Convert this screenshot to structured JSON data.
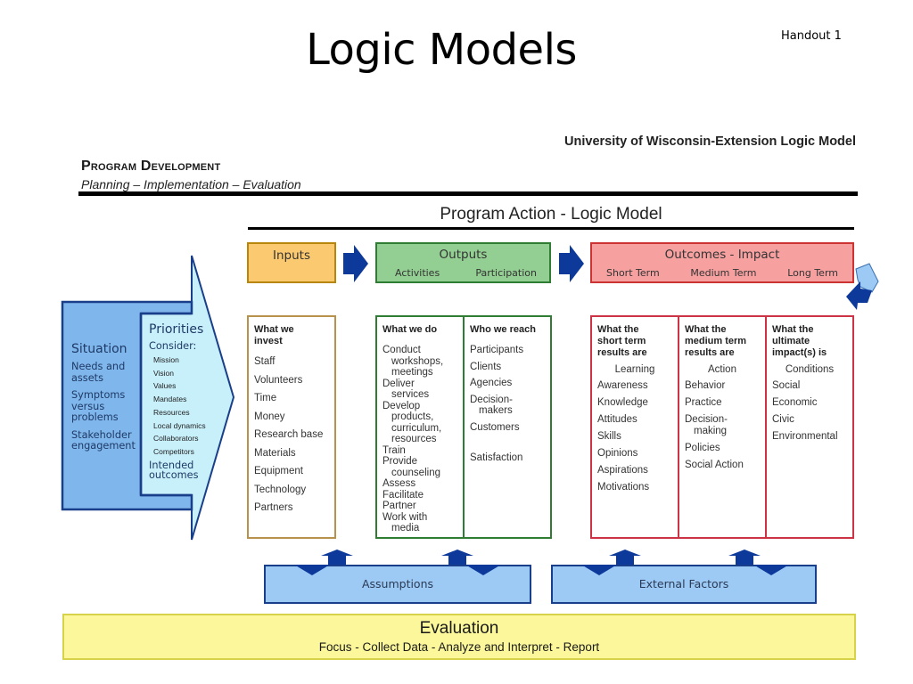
{
  "slide": {
    "title": "Logic Models",
    "handout_label": "Handout 1"
  },
  "figure": {
    "source_title": "University of Wisconsin-Extension Logic Model",
    "program_development": {
      "title": "Program Development",
      "subtitle": "Planning – Implementation – Evaluation"
    },
    "program_action_title": "Program Action - Logic Model",
    "situation": {
      "heading": "Situation",
      "items": [
        [
          "Needs and",
          "assets"
        ],
        [
          "Symptoms",
          "versus",
          "problems"
        ],
        [
          "Stakeholder",
          "engagement"
        ]
      ]
    },
    "priorities": {
      "heading": "Priorities",
      "consider_label": "Consider:",
      "items": [
        "Mission",
        "Vision",
        "Values",
        "Mandates",
        "Resources",
        "Local dynamics",
        "Collaborators",
        "Competitors"
      ],
      "intended": [
        "Intended",
        "outcomes"
      ]
    },
    "inputs": {
      "header": "Inputs",
      "column_heading": [
        "What we",
        "invest"
      ],
      "items": [
        "Staff",
        "Volunteers",
        "Time",
        "Money",
        "Research base",
        "Materials",
        "Equipment",
        "Technology",
        "Partners"
      ]
    },
    "outputs": {
      "header": "Outputs",
      "sub_headers": [
        "Activities",
        "Participation"
      ],
      "activities": {
        "column_heading": "What we do",
        "items": [
          [
            "Conduct",
            "workshops,",
            "meetings"
          ],
          [
            "Deliver",
            "services"
          ],
          [
            "Develop",
            "products,",
            "curriculum,",
            "resources"
          ],
          [
            "Train"
          ],
          [
            "Provide",
            "counseling"
          ],
          [
            "Assess"
          ],
          [
            "Facilitate"
          ],
          [
            "Partner"
          ],
          [
            "Work with",
            "media"
          ]
        ]
      },
      "participation": {
        "column_heading": "Who we reach",
        "items": [
          [
            "Participants"
          ],
          [
            "Clients"
          ],
          [
            "Agencies"
          ],
          [
            "Decision-",
            "makers"
          ],
          [
            "Customers"
          ]
        ],
        "after_gap": "Satisfaction"
      }
    },
    "outcomes": {
      "header": "Outcomes - Impact",
      "sub_headers": [
        "Short Term",
        "Medium Term",
        "Long Term"
      ],
      "short": {
        "column_heading": [
          "What the",
          "short term",
          "results are"
        ],
        "category": "Learning",
        "items": [
          [
            "Awareness"
          ],
          [
            "Knowledge"
          ],
          [
            "Attitudes"
          ],
          [
            "Skills"
          ],
          [
            "Opinions"
          ],
          [
            "Aspirations"
          ],
          [
            "Motivations"
          ]
        ]
      },
      "medium": {
        "column_heading": [
          "What the",
          "medium term",
          "results are"
        ],
        "category": "Action",
        "items": [
          [
            "Behavior"
          ],
          [
            "Practice"
          ],
          [
            "Decision-",
            "making"
          ],
          [
            "Policies"
          ],
          [
            "Social Action"
          ]
        ]
      },
      "long": {
        "column_heading": [
          "What the",
          "ultimate",
          "impact(s) is"
        ],
        "category": "Conditions",
        "items": [
          [
            "Social"
          ],
          [
            "Economic"
          ],
          [
            "Civic"
          ],
          [
            "Environmental"
          ]
        ]
      }
    },
    "assumptions_label": "Assumptions",
    "external_factors_label": "External Factors",
    "evaluation": {
      "title": "Evaluation",
      "steps": "Focus - Collect Data - Analyze and Interpret - Report"
    },
    "colors": {
      "inputs_fill": "#fbc970",
      "outputs_fill": "#93cf93",
      "outcomes_fill": "#f6a0a0",
      "arrow_blue": "#0d3a9a",
      "situation_fill": "#7fb6ec",
      "priorities_fill": "#c8f0fb",
      "evaluation_fill": "#fbf79a"
    }
  }
}
